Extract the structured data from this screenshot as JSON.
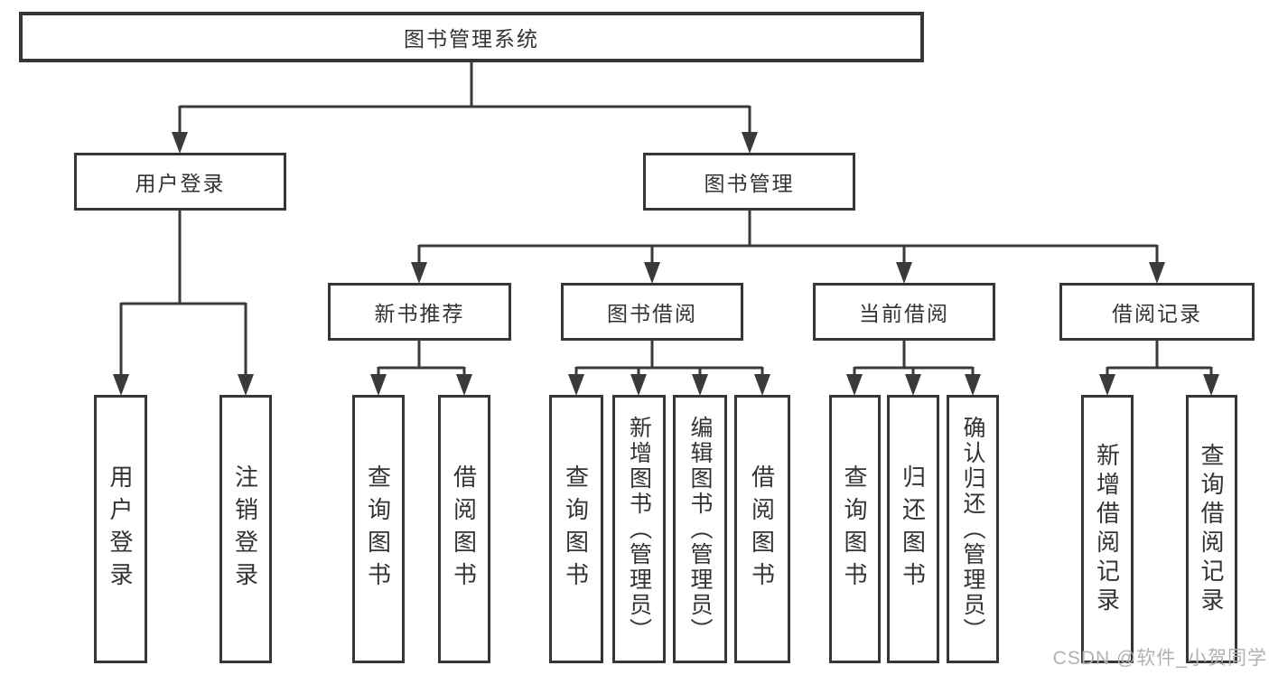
{
  "diagram": {
    "root_label": "图书管理系统",
    "branches": [
      {
        "label": "用户登录",
        "children": [
          {
            "label": "用户登录"
          },
          {
            "label": "注销登录"
          }
        ]
      },
      {
        "label": "图书管理",
        "sections": [
          {
            "label": "新书推荐",
            "children": [
              {
                "label": "查询图书"
              },
              {
                "label": "借阅图书"
              }
            ]
          },
          {
            "label": "图书借阅",
            "children": [
              {
                "label": "查询图书"
              },
              {
                "label": "新增图书（管理员）"
              },
              {
                "label": "编辑图书（管理员）"
              },
              {
                "label": "借阅图书"
              }
            ]
          },
          {
            "label": "当前借阅",
            "children": [
              {
                "label": "查询图书"
              },
              {
                "label": "归还图书"
              },
              {
                "label": "确认归还（管理员）"
              }
            ]
          },
          {
            "label": "借阅记录",
            "children": [
              {
                "label": "新增借阅记录"
              },
              {
                "label": "查询借阅记录"
              }
            ]
          }
        ]
      }
    ]
  },
  "watermark": {
    "text": "CSDN @软件_小贺同学"
  },
  "colors": {
    "background": "#ffffff",
    "line": "#3a3a3a",
    "box_border": "#363636",
    "text": "#333333",
    "watermark_text": "#b1b1b1"
  }
}
